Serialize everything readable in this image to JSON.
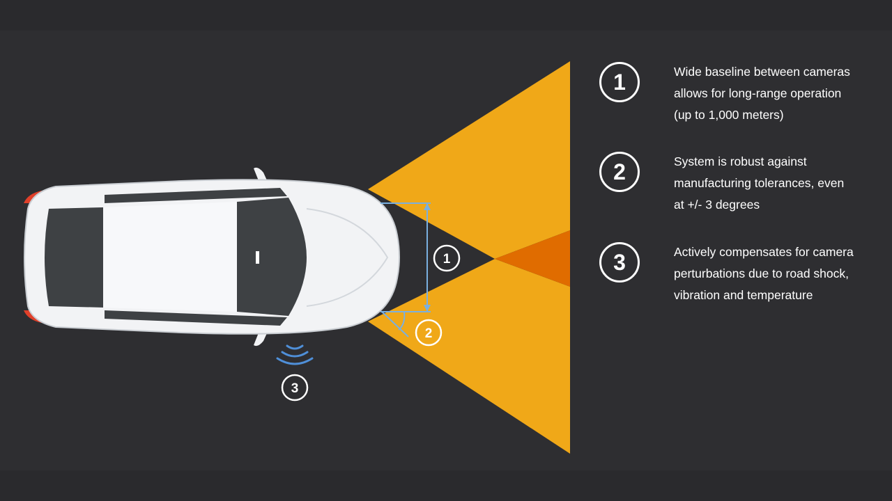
{
  "colors": {
    "background": "#2e2e31",
    "beam": "#f0a818",
    "overlap": "#e06c00",
    "measure_line": "#7ab0e0",
    "sensor_wave": "#4f8fd8",
    "car_body": "#f2f3f5",
    "glass": "#3e4144",
    "tail_light": "#e0402a"
  },
  "icons": {
    "car": "car-top-view-icon",
    "sensor_waves": "vibration-waves-icon",
    "angle": "angle-arc-icon"
  },
  "diagram_callouts": {
    "one": "1",
    "two": "2",
    "three": "3"
  },
  "legend": [
    {
      "number": "1",
      "lines": [
        "Wide baseline between cameras",
        "allows for long-range operation",
        "(up to 1,000 meters)"
      ]
    },
    {
      "number": "2",
      "lines": [
        "System is robust against",
        "manufacturing tolerances, even",
        "at +/- 3 degrees"
      ]
    },
    {
      "number": "3",
      "lines": [
        "Actively compensates for camera",
        "perturbations due to road shock,",
        "vibration and temperature"
      ]
    }
  ]
}
